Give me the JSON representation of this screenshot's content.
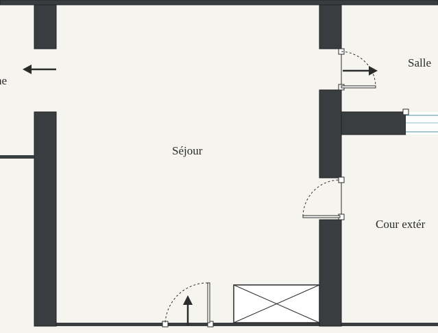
{
  "colors": {
    "background": "#f5f4ef",
    "wall_fill": "#3a3d40",
    "wall_outline": "#1f2123",
    "line": "#2b2b2b",
    "window": "#cfe3ea"
  },
  "rooms": {
    "left_partial": "ne",
    "sejour": "Séjour",
    "salle_partial": "Salle",
    "cour_partial": "Cour extér"
  },
  "icons": {
    "arrow_left": "arrow-left-icon",
    "arrow_right": "arrow-right-icon",
    "arrow_up": "arrow-up-icon"
  }
}
